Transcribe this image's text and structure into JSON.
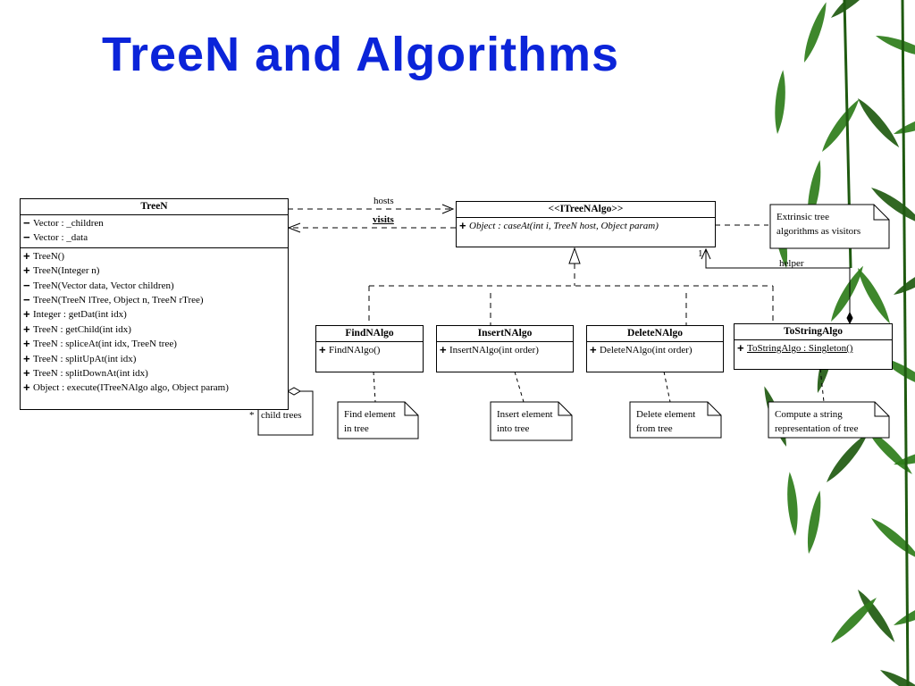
{
  "title": "TreeN and Algorithms",
  "colors": {
    "title": "#0b24d9",
    "bamboo": "#2e7d1a",
    "line": "#000000"
  },
  "treen": {
    "name": "TreeN",
    "attributes": [
      {
        "vis": "−",
        "text": "Vector : _children"
      },
      {
        "vis": "−",
        "text": "Vector : _data"
      }
    ],
    "methods": [
      {
        "vis": "+",
        "text": "TreeN()"
      },
      {
        "vis": "+",
        "text": "TreeN(Integer n)"
      },
      {
        "vis": "−",
        "text": "TreeN(Vector data, Vector children)"
      },
      {
        "vis": "−",
        "text": "TreeN(TreeN lTree, Object n, TreeN rTree)"
      },
      {
        "vis": "+",
        "text": "Integer : getDat(int idx)"
      },
      {
        "vis": "+",
        "text": "TreeN : getChild(int idx)"
      },
      {
        "vis": "+",
        "text": "TreeN : spliceAt(int idx, TreeN tree)"
      },
      {
        "vis": "+",
        "text": "TreeN : splitUpAt(int idx)"
      },
      {
        "vis": "+",
        "text": "TreeN : splitDownAt(int idx)"
      },
      {
        "vis": "+",
        "text": "Object : execute(ITreeNAlgo algo, Object param)"
      }
    ]
  },
  "itreenalgo": {
    "name": "<<ITreeNAlgo>>",
    "methods": [
      {
        "vis": "+",
        "text": "Object : caseAt(int i, TreeN host, Object param)"
      }
    ]
  },
  "findnalgo": {
    "name": "FindNAlgo",
    "methods": [
      {
        "vis": "+",
        "text": "FindNAlgo()"
      }
    ]
  },
  "insertnalgo": {
    "name": "InsertNAlgo",
    "methods": [
      {
        "vis": "+",
        "text": "InsertNAlgo(int order)"
      }
    ]
  },
  "deletenalgo": {
    "name": "DeleteNAlgo",
    "methods": [
      {
        "vis": "+",
        "text": "DeleteNAlgo(int order)"
      }
    ]
  },
  "tostringalgo": {
    "name": "ToStringAlgo",
    "methods": [
      {
        "vis": "+",
        "text": "ToStringAlgo : Singleton()"
      }
    ]
  },
  "labels": {
    "hosts": "hosts",
    "visits": "visits",
    "helper": "helper",
    "one": "1",
    "star": "*",
    "child_trees": "child trees"
  },
  "notes": {
    "extrinsic": "Extrinsic tree algorithms as visitors",
    "find": "Find element in tree",
    "insert": "Insert element into tree",
    "delete": "Delete element from tree",
    "tostring": "Compute a string representation of tree"
  }
}
